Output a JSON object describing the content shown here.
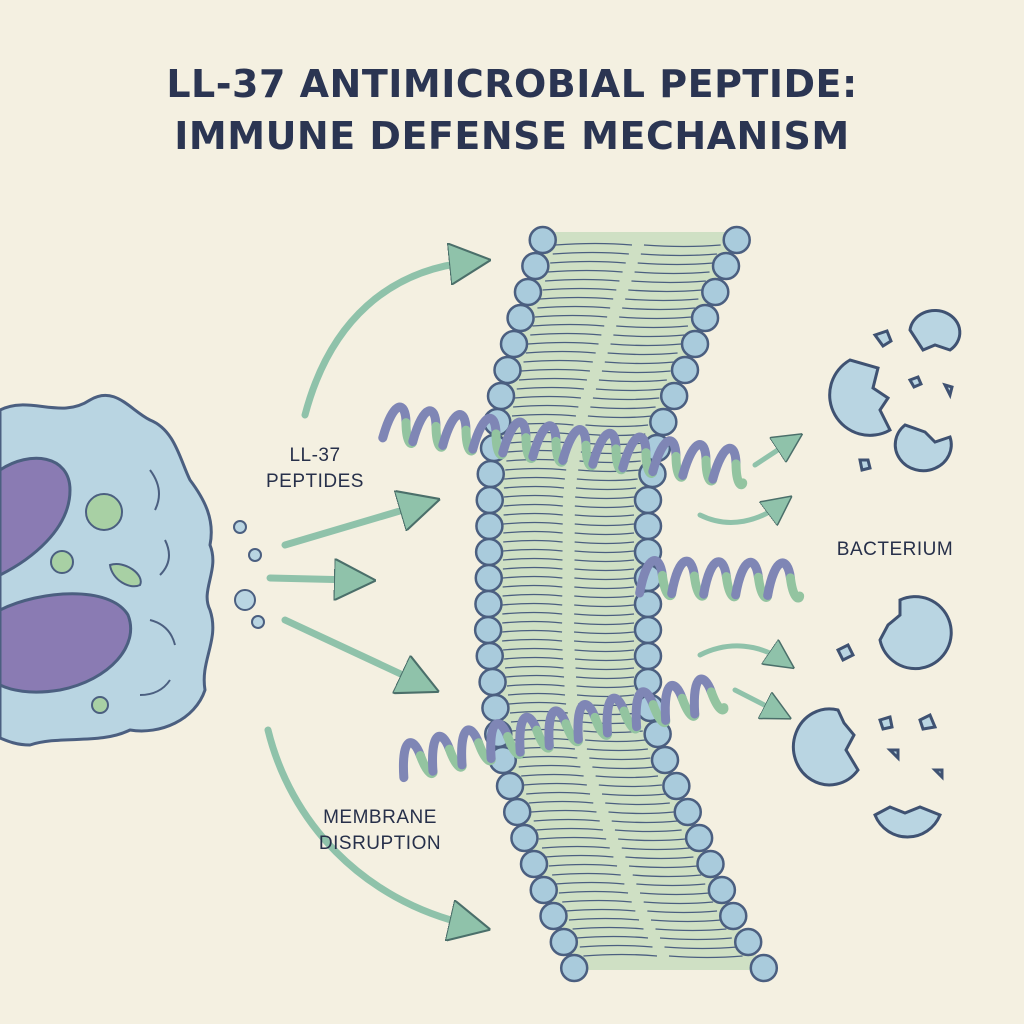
{
  "title": {
    "line1": "LL-37 ANTIMICROBIAL PEPTIDE:",
    "line2": "IMMUNE DEFENSE MECHANISM"
  },
  "labels": {
    "peptides": [
      "LL-37",
      "PEPTIDES"
    ],
    "membrane": [
      "MEMBRANE",
      "DISRUPTION"
    ],
    "bacterium": "BACTERIUM"
  },
  "colors": {
    "background": "#f4f0e1",
    "title": "#2b3552",
    "cell": "#b9d5e2",
    "nucleus": "#8a7bb3",
    "membrane_core": "#cfe0c4",
    "lipid_head": "#a9cbdc",
    "outline": "#4b5f80",
    "arrow": "#8fc2aa",
    "helix_green": "#93c4a0",
    "helix_purple": "#7f86b5"
  }
}
